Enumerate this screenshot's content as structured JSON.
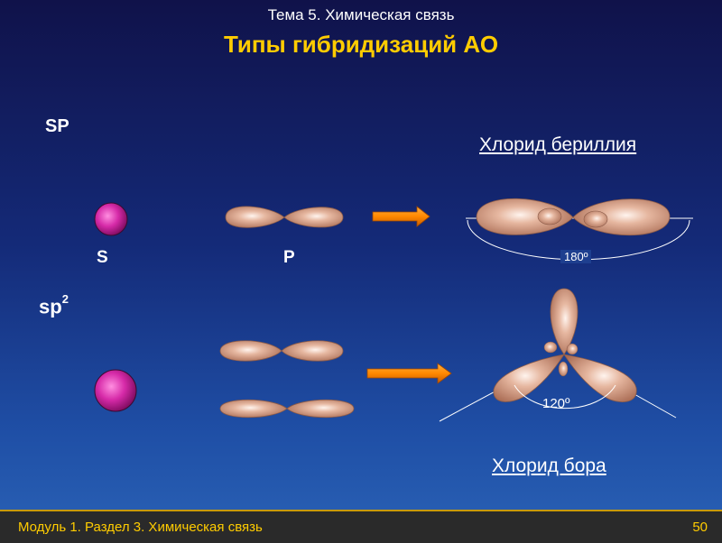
{
  "header": {
    "topic": "Тема 5. Химическая связь",
    "title": "Типы гибридизаций АО"
  },
  "sp_section": {
    "label": "SP",
    "s_label": "S",
    "p_label": "P",
    "compound": "Хлорид бериллия",
    "angle": "180º"
  },
  "sp2_section": {
    "label_base": "sp",
    "label_sup": "2",
    "compound": "Хлорид бора",
    "angle": "120º"
  },
  "footer": {
    "text": "Модуль 1. Раздел 3. Химическая связь",
    "page": "50"
  },
  "colors": {
    "background_top": "#10124a",
    "background_bottom": "#2a62b6",
    "title": "#ffcc00",
    "orbital": "#d9a088",
    "s_orbital": "#cc22aa",
    "arrow": "#ff8800"
  }
}
